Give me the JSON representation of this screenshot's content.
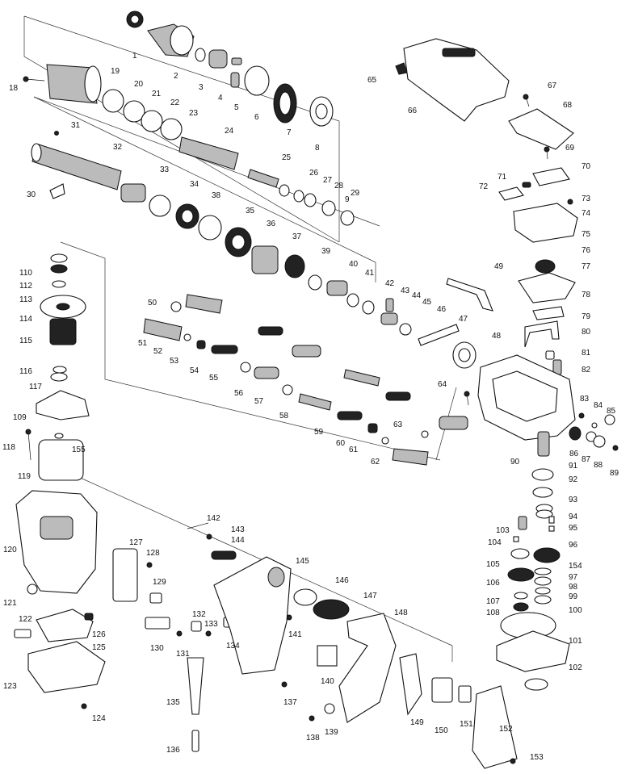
{
  "labels": {
    "p1": "1",
    "p2": "2",
    "p3": "3",
    "p4": "4",
    "p5": "5",
    "p6": "6",
    "p7": "7",
    "p8": "8",
    "p9": "9",
    "p18": "18",
    "p19": "19",
    "p20": "20",
    "p21": "21",
    "p22": "22",
    "p23": "23",
    "p24": "24",
    "p25": "25",
    "p26": "26",
    "p27": "27",
    "p28": "28",
    "p29": "29",
    "p30": "30",
    "p31": "31",
    "p32": "32",
    "p33": "33",
    "p34": "34",
    "p35": "35",
    "p36": "36",
    "p37": "37",
    "p38": "38",
    "p39": "39",
    "p40": "40",
    "p41": "41",
    "p42": "42",
    "p43": "43",
    "p44": "44",
    "p45": "45",
    "p46": "46",
    "p47": "47",
    "p48": "48",
    "p49": "49",
    "p50": "50",
    "p51": "51",
    "p52": "52",
    "p53": "53",
    "p54": "54",
    "p55": "55",
    "p56": "56",
    "p57": "57",
    "p58": "58",
    "p59": "59",
    "p60": "60",
    "p61": "61",
    "p62": "62",
    "p63": "63",
    "p64": "64",
    "p65": "65",
    "p66": "66",
    "p67": "67",
    "p68": "68",
    "p69": "69",
    "p70": "70",
    "p71": "71",
    "p72": "72",
    "p73": "73",
    "p74": "74",
    "p75": "75",
    "p76": "76",
    "p77": "77",
    "p78": "78",
    "p79": "79",
    "p80": "80",
    "p81": "81",
    "p82": "82",
    "p83": "83",
    "p84": "84",
    "p85": "85",
    "p86": "86",
    "p87": "87",
    "p88": "88",
    "p89": "89",
    "p90": "90",
    "p91": "91",
    "p92": "92",
    "p93": "93",
    "p94": "94",
    "p95": "95",
    "p96": "96",
    "p97": "97",
    "p98": "98",
    "p99": "99",
    "p100": "100",
    "p101": "101",
    "p102": "102",
    "p103": "103",
    "p104": "104",
    "p105": "105",
    "p106": "106",
    "p107": "107",
    "p108": "108",
    "p109": "109",
    "p110": "110",
    "p112": "112",
    "p113": "113",
    "p114": "114",
    "p115": "115",
    "p116": "116",
    "p117": "117",
    "p118": "118",
    "p119": "119",
    "p120": "120",
    "p121": "121",
    "p122": "122",
    "p123": "123",
    "p124": "124",
    "p125": "125",
    "p126": "126",
    "p127": "127",
    "p128": "128",
    "p129": "129",
    "p130": "130",
    "p131": "131",
    "p132": "132",
    "p133": "133",
    "p134": "134",
    "p135": "135",
    "p136": "136",
    "p137": "137",
    "p138": "138",
    "p139": "139",
    "p140": "140",
    "p141": "141",
    "p142": "142",
    "p143": "143",
    "p144": "144",
    "p145": "145",
    "p146": "146",
    "p147": "147",
    "p148": "148",
    "p149": "149",
    "p150": "150",
    "p151": "151",
    "p152": "152",
    "p153": "153",
    "p154": "154",
    "p155": "155"
  }
}
